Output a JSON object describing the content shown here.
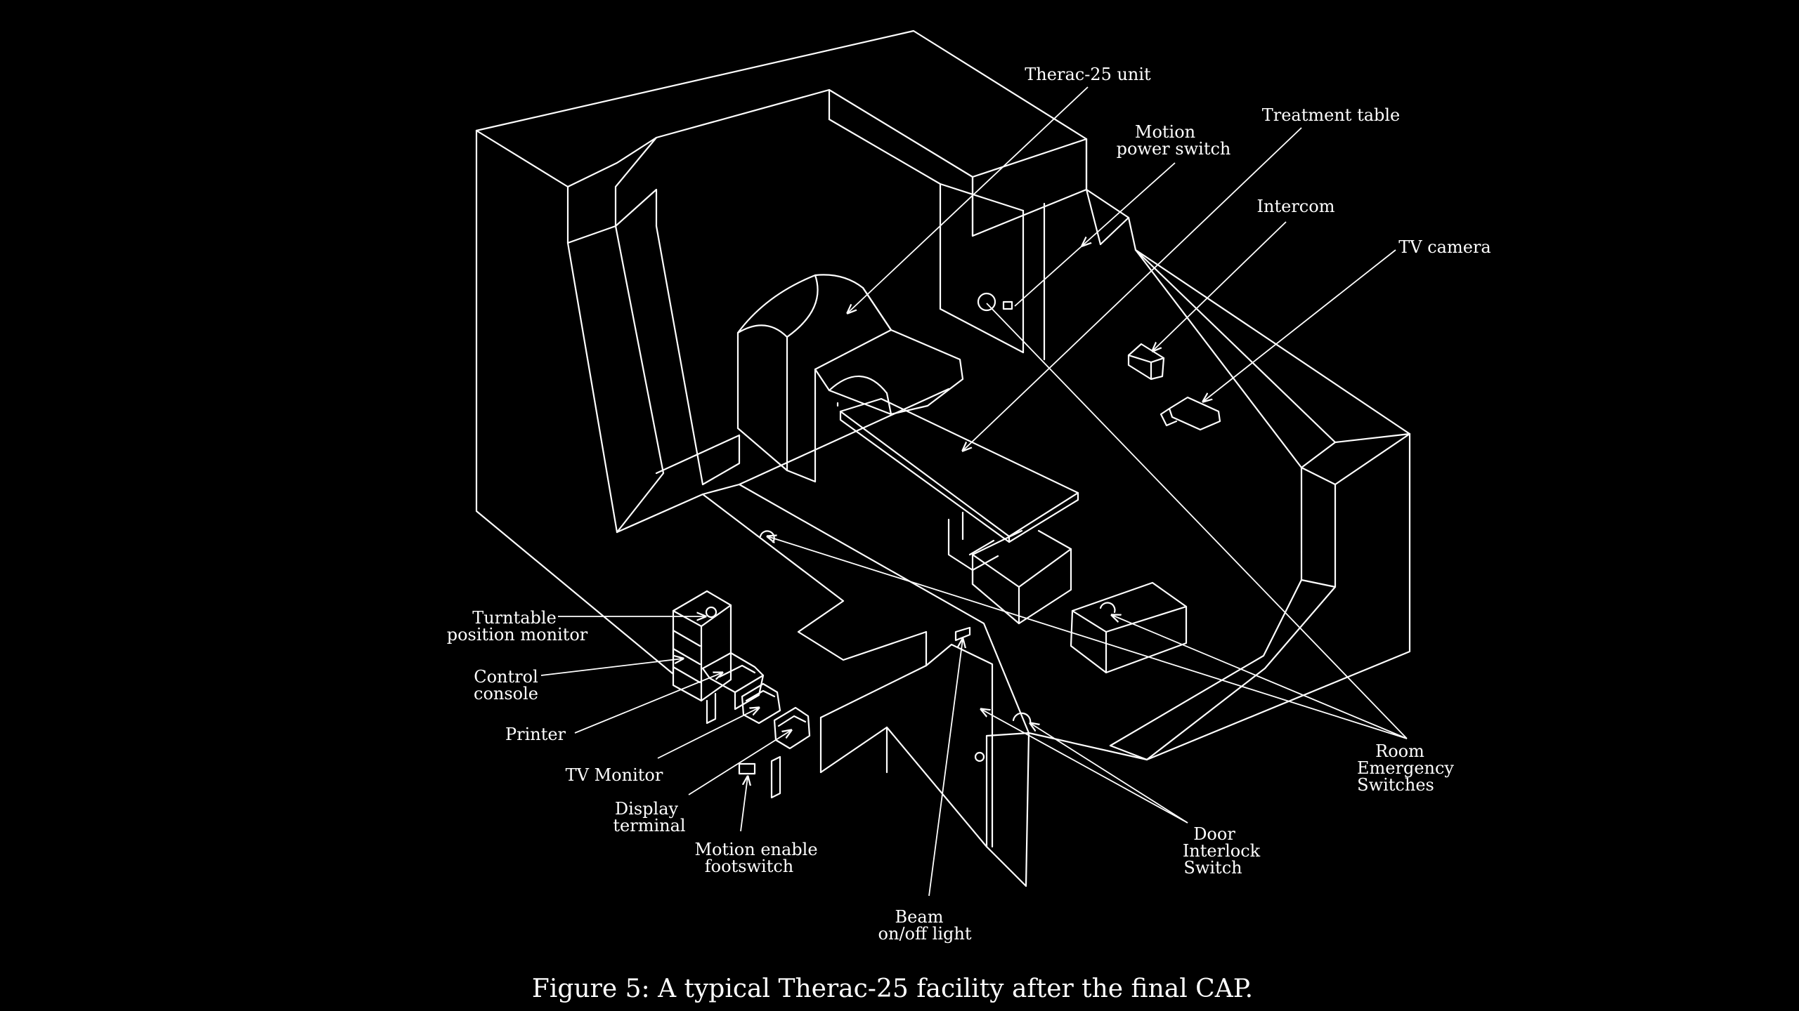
{
  "figure": {
    "caption": "Figure 5:  A typical Therac-25 facility after the final CAP.",
    "labels": {
      "therac_unit": "Therac-25 unit",
      "motion_power_switch_1": "Motion",
      "motion_power_switch_2": "power switch",
      "treatment_table": "Treatment table",
      "intercom": "Intercom",
      "tv_camera": "TV camera",
      "turntable_monitor_1": "Turntable",
      "turntable_monitor_2": "position monitor",
      "control_console_1": "Control",
      "control_console_2": "console",
      "printer": "Printer",
      "tv_monitor": "TV Monitor",
      "display_terminal_1": "Display",
      "display_terminal_2": "terminal",
      "footswitch_1": "Motion enable",
      "footswitch_2": "footswitch",
      "beam_light_1": "Beam",
      "beam_light_2": "on/off light",
      "door_interlock_1": "Door",
      "door_interlock_2": "Interlock",
      "door_interlock_3": "Switch",
      "room_emergency_1": "Room",
      "room_emergency_2": "Emergency",
      "room_emergency_3": "Switches"
    },
    "colors": {
      "background": "#000000",
      "line": "#ffffff"
    }
  }
}
